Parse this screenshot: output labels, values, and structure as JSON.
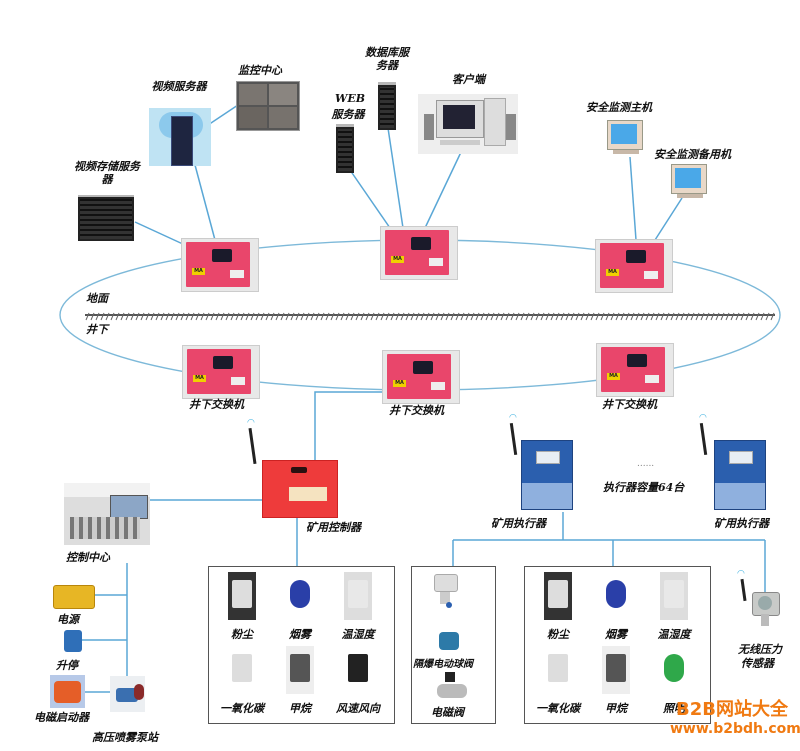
{
  "surface": {
    "ground_label": "地面",
    "underground_label": "井下"
  },
  "surface_nodes": {
    "video_server": "视频服务器",
    "monitor_center": "监控中心",
    "video_storage_server": "视频存储服务器",
    "database_server": "数据库服务器",
    "web_server_line1": "WEB",
    "web_server_line2": "服务器",
    "client": "客户端",
    "safety_main": "安全监测主机",
    "safety_backup": "安全监测备用机"
  },
  "underground_nodes": {
    "switch_left": "井下交换机",
    "switch_center": "井下交换机",
    "switch_right": "井下交换机",
    "mine_controller": "矿用控制器",
    "control_center": "控制中心",
    "executor_left": "矿用执行器",
    "executor_right": "矿用执行器",
    "executor_capacity": "执行器容量64台",
    "ellipsis": "......",
    "wireless_pressure_sensor_line1": "无线压力",
    "wireless_pressure_sensor_line2": "传感器"
  },
  "left_devices": {
    "power": "电源",
    "lift": "升停",
    "magnetic_starter": "电磁启动器",
    "spray_pump_station": "高压喷雾泵站"
  },
  "sensor_group_1": [
    "粉尘",
    "烟雾",
    "温湿度",
    "一氧化碳",
    "甲烷",
    "风速风向"
  ],
  "valve_group": [
    "隔爆电动球阀",
    "电磁阀"
  ],
  "sensor_group_2": [
    "粉尘",
    "烟雾",
    "温湿度",
    "一氧化碳",
    "甲烷",
    "照明"
  ],
  "device_badge": "MA",
  "watermark": {
    "line1": "B2B网站大全",
    "line2": "www.b2bdh.com"
  },
  "colors": {
    "wire": "#5aa7d6",
    "switch_red": "#e9466b",
    "controller_red": "#ee3b3b",
    "executor_blue": "#2b5fae",
    "watermark_orange": "#f07a12"
  }
}
